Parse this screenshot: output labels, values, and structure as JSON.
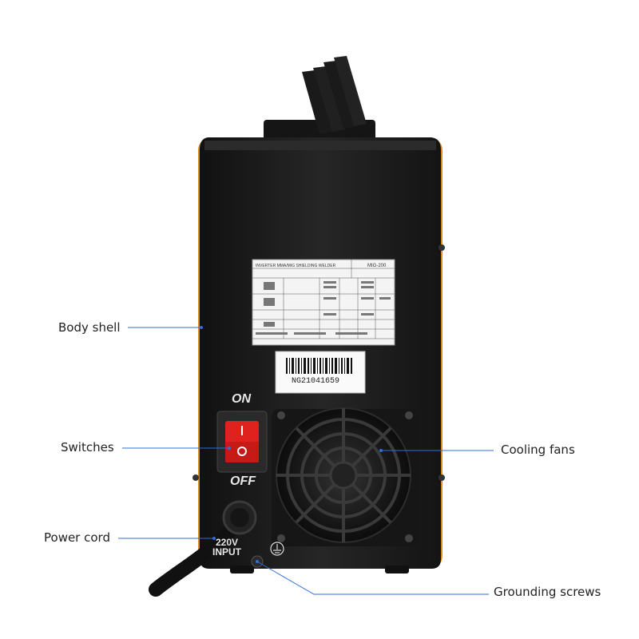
{
  "callouts": {
    "body_shell": "Body shell",
    "switches": "Switches",
    "power_cord": "Power cord",
    "cooling_fans": "Cooling fans",
    "grounding_screws": "Grounding screws"
  },
  "panel": {
    "on_label": "ON",
    "off_label": "OFF",
    "input_line1": "220V",
    "input_line2": "INPUT",
    "serial": "NG21041659",
    "nameplate_title": "INVERTER MMA/MIG SHIELDING WELDER",
    "nameplate_model": "MIG-200"
  },
  "colors": {
    "accent_line": "#2f6fd6",
    "body": "#1b1b1b",
    "trim": "#e08a1e",
    "switch_red": "#e0221e"
  }
}
